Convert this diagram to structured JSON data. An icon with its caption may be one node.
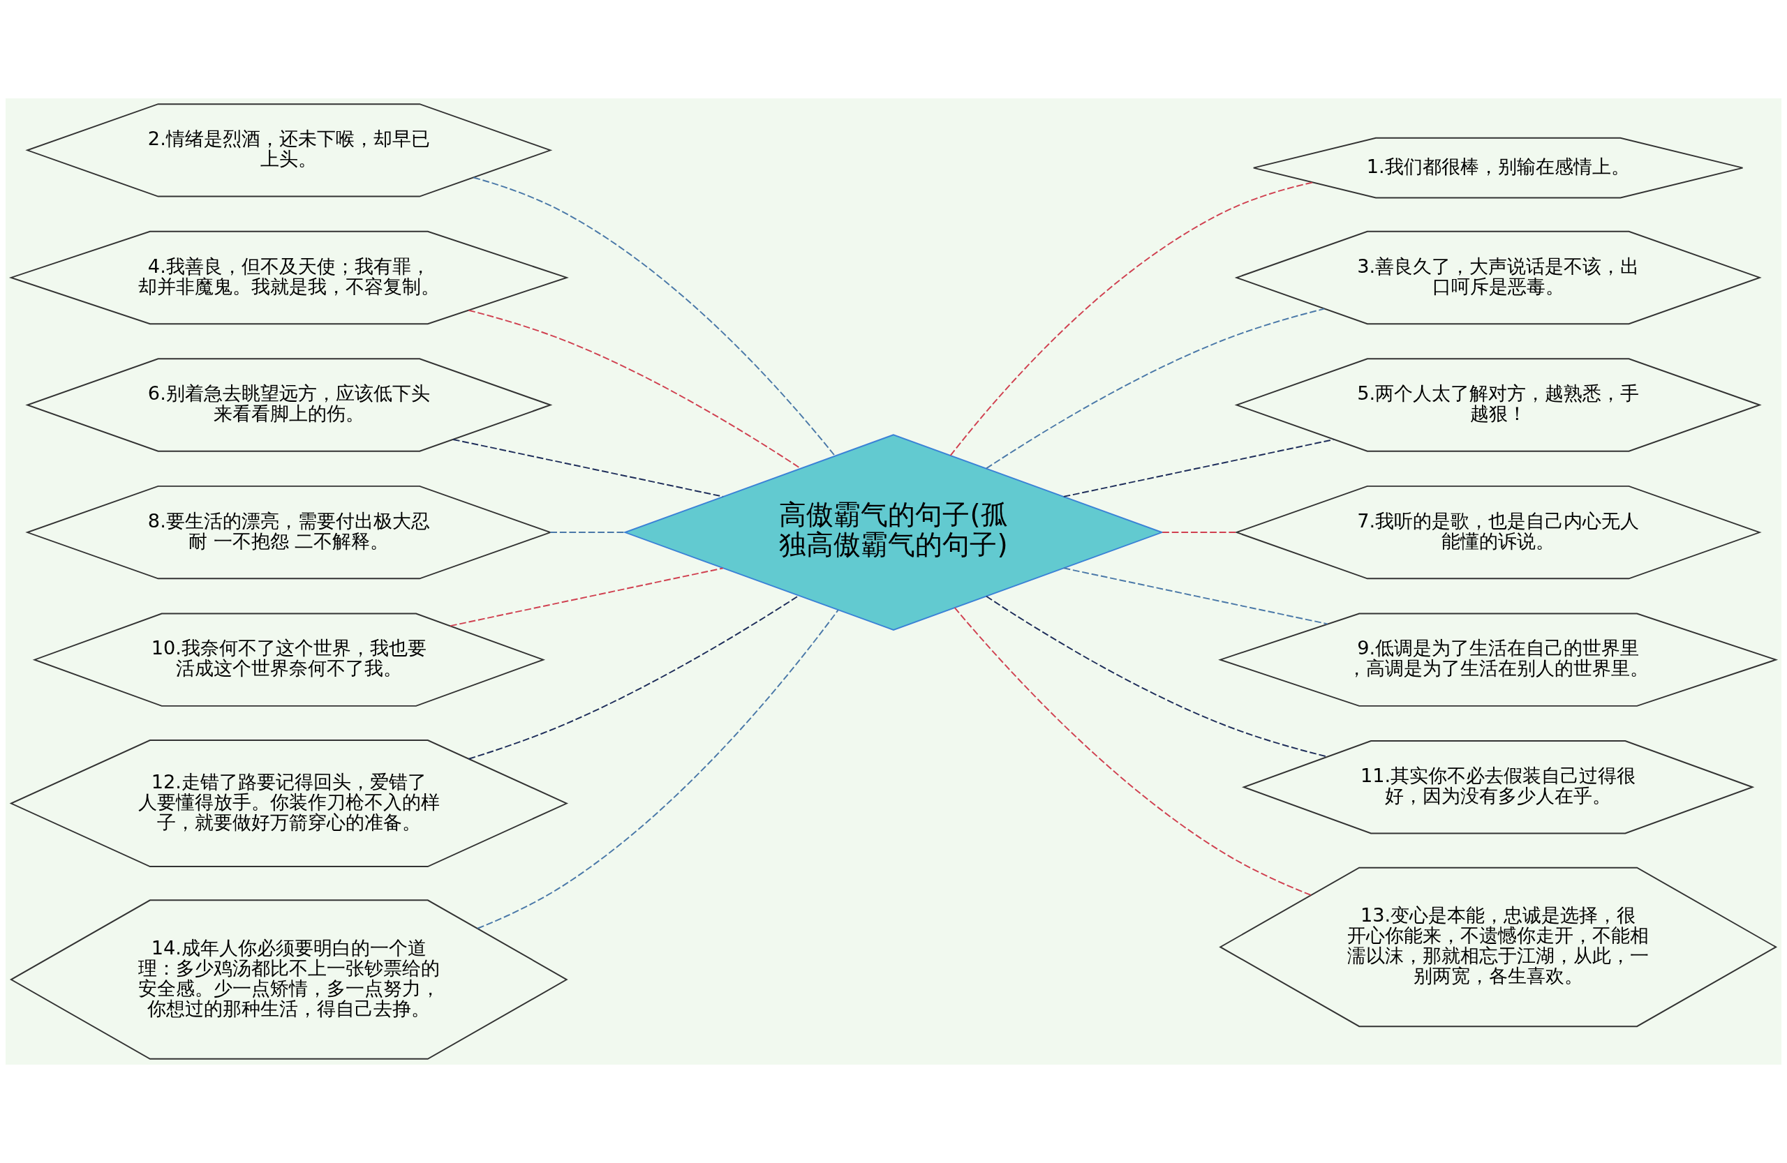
{
  "diagram": {
    "nodes": [
      {
        "text": [
          "高傲霸气的句子(孤独高傲霸气的句子)"
        ]
      },
      {
        "text": [
          "1.我们都很棒，别输在感情上。"
        ]
      },
      {
        "text": [
          "2.情绪是烈酒，还未下喉，却早已上头。"
        ]
      },
      {
        "text": [
          "3.善良久了，大声说话是不该，出口呵斥是恶毒。"
        ]
      },
      {
        "text": [
          "4.我善良，但不及天使；我有罪，却并非魔鬼。我就是我，不容复制。"
        ]
      },
      {
        "text": [
          "5.两个人太了解对方，越熟悉，手越狠！"
        ]
      },
      {
        "text": [
          "6.别着急去眺望远方，应该低下头来看看脚上的伤。"
        ]
      },
      {
        "text": [
          "7.我听的是歌，也是自己内心无人能懂的诉说。"
        ]
      },
      {
        "text": [
          "8.要生活的漂亮，需要付出极大忍耐 一不抱怨 二不解释。"
        ]
      },
      {
        "text": [
          "9.低调是为了生活在自己的世界里，高调是为了生活在别人的世界里。"
        ]
      },
      {
        "text": [
          "10.我奈何不了这个世界，我也要活成这个世界奈何不了我。"
        ]
      },
      {
        "text": [
          "11.其实你不必去假装自己过得很好，因为没有多少人在乎。"
        ]
      },
      {
        "text": [
          "12.走错了路要记得回头，爱错了人要懂得放手。你装作刀枪不入的样子，就要做好万箭穿心的准备。"
        ]
      },
      {
        "text": [
          "13.变心是本能，忠诚是选择，很开心你能来，不遗憾你走开，不能相濡以沫，那就相忘于江湖，从此，一别两宽，各生喜欢。"
        ]
      },
      {
        "text": [
          "14.成年人你必须要明白的一个道理：多少鸡汤都比不上一张钞票给的安全感。少一点矫情，多一点努力，你想过的那种生活，得自己去挣。"
        ]
      }
    ],
    "edges": [
      {
        "from": 0,
        "to": 2,
        "arrow": "none",
        "style": "dashed",
        "color": "#4a78a8"
      },
      {
        "from": 0,
        "to": 4,
        "arrow": "none",
        "style": "dashed",
        "color": "#d04050"
      },
      {
        "from": 0,
        "to": 6,
        "arrow": "none",
        "style": "dashed",
        "color": "#1e2d5a"
      },
      {
        "from": 0,
        "to": 8,
        "arrow": "none",
        "style": "dashed",
        "color": "#4a78a8"
      },
      {
        "from": 0,
        "to": 10,
        "arrow": "none",
        "style": "dashed",
        "color": "#d04050"
      },
      {
        "from": 0,
        "to": 12,
        "arrow": "none",
        "style": "dashed",
        "color": "#1e2d5a"
      },
      {
        "from": 0,
        "to": 14,
        "arrow": "none",
        "style": "dashed",
        "color": "#4a78a8"
      },
      {
        "from": 0,
        "to": 1,
        "arrow": "none",
        "style": "dashed",
        "color": "#d04050"
      },
      {
        "from": 0,
        "to": 3,
        "arrow": "none",
        "style": "dashed",
        "color": "#4a78a8"
      },
      {
        "from": 0,
        "to": 5,
        "arrow": "none",
        "style": "dashed",
        "color": "#1e2d5a"
      },
      {
        "from": 0,
        "to": 7,
        "arrow": "none",
        "style": "dashed",
        "color": "#d04050"
      },
      {
        "from": 0,
        "to": 9,
        "arrow": "none",
        "style": "dashed",
        "color": "#4a78a8"
      },
      {
        "from": 0,
        "to": 11,
        "arrow": "none",
        "style": "dashed",
        "color": "#1e2d5a"
      },
      {
        "from": 0,
        "to": 13,
        "arrow": "none",
        "style": "dashed",
        "color": "#d04050"
      }
    ]
  }
}
